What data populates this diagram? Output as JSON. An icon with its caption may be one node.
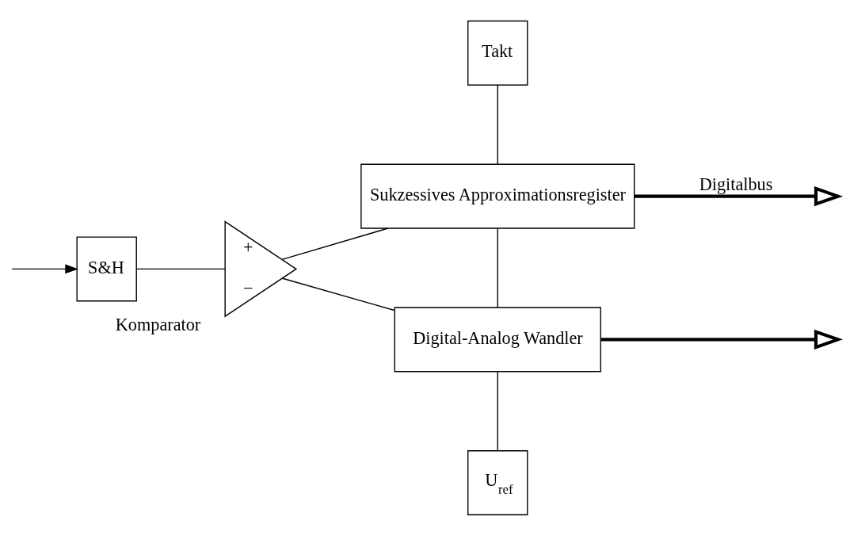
{
  "diagram": {
    "nodes": [
      {
        "text": [
          "S&H"
        ]
      },
      {
        "text": [
          "Komparator",
          "+",
          "−"
        ]
      },
      {
        "text": [
          "Takt"
        ]
      },
      {
        "text": [
          "Sukzessives Approximationsregister"
        ]
      },
      {
        "text": [
          "Digital-Analog Wandler"
        ]
      },
      {
        "text": [
          "U$_{ref}$"
        ]
      }
    ],
    "edges": [
      {
        "from": null,
        "to": 0,
        "arrow": "to"
      },
      {
        "from": 0,
        "to": 1,
        "arrow": "none"
      },
      {
        "from": 1,
        "to": 3,
        "arrow": "none"
      },
      {
        "from": 2,
        "to": 3,
        "arrow": "none"
      },
      {
        "from": 3,
        "to": 4,
        "arrow": "none"
      },
      {
        "from": 4,
        "to": 1,
        "arrow": "none"
      },
      {
        "from": 5,
        "to": 4,
        "arrow": "none"
      },
      {
        "from": 3,
        "to": null,
        "arrow": "to",
        "label": "Digitalbus",
        "style": "thick"
      },
      {
        "from": 4,
        "to": null,
        "arrow": "to",
        "style": "thick"
      }
    ]
  }
}
